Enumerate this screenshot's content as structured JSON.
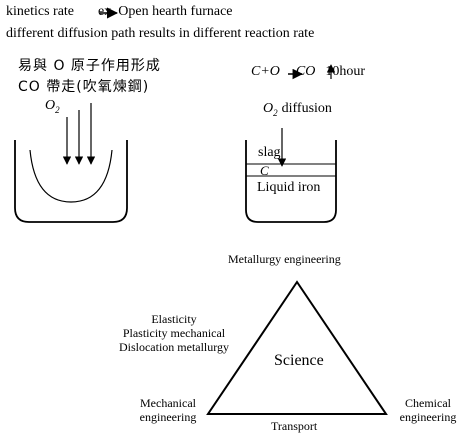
{
  "header": {
    "line1_text": "kinetics rate",
    "line1_tail": "ex. Open hearth furnace",
    "line2": "different diffusion path results in different reaction rate"
  },
  "left_vessel": {
    "caption_line1": "易與 O 原子作用形成",
    "caption_line2": "CO 帶走(吹氧煉鋼)",
    "gas_label": "O",
    "gas_subscript": "2"
  },
  "right_vessel": {
    "reaction_lhs": "C+O",
    "reaction_rhs": "CO",
    "reaction_time": "10hour",
    "gas_label": "O",
    "gas_subscript": "2",
    "diffusion_label": "diffusion",
    "layer_slag": "slag",
    "layer_c": "C",
    "layer_liquid": "Liquid iron"
  },
  "triangle_diagram": {
    "top_label": "Metallurgy engineering",
    "center_label": "Science",
    "left_side_lines": [
      "Elasticity",
      "Plasticity mechanical",
      "Dislocation metallurgy"
    ],
    "bottom_left_lines": [
      "Mechanical",
      "engineering"
    ],
    "bottom_right_lines": [
      "Chemical",
      "engineering"
    ],
    "bottom_label": "Transport"
  }
}
